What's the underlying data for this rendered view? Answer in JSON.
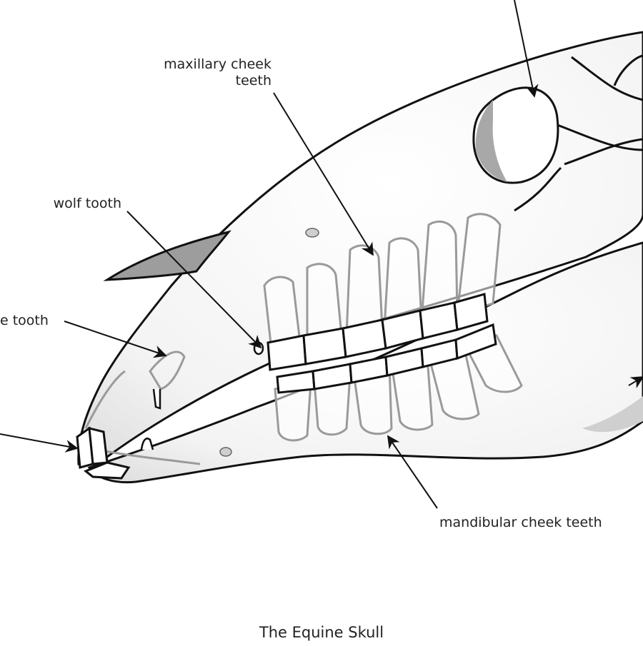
{
  "labels": {
    "maxillary_line1": "maxillary cheek",
    "maxillary_line2": "teeth",
    "wolf_tooth": "wolf tooth",
    "canine_tooth_partial": "e tooth",
    "mandibular": "mandibular cheek teeth"
  },
  "caption": "The Equine Skull",
  "colors": {
    "outline": "#111111",
    "tooth_root": "#9a9a9a",
    "bone_fill": "#f4f4f4",
    "shadow": "#b5b5b5"
  }
}
